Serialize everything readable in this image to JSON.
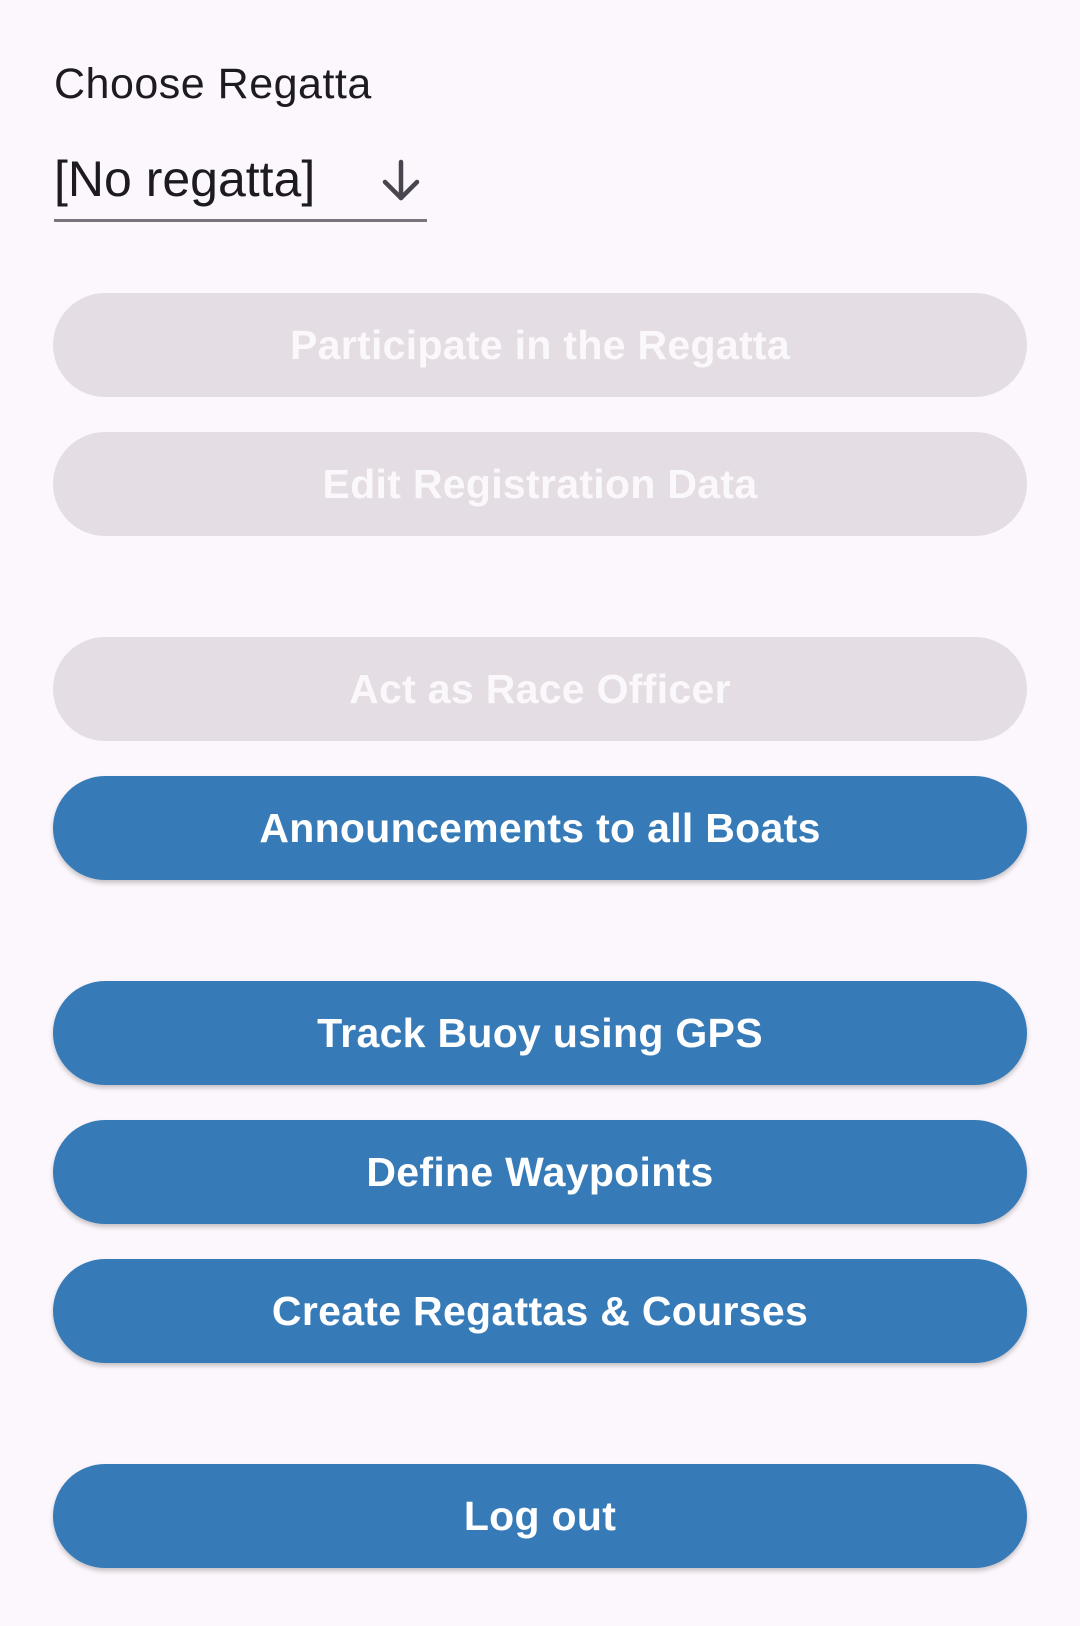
{
  "regatta_picker": {
    "label": "Choose Regatta",
    "selected_value": "[No regatta]",
    "icon": "arrow-down-icon"
  },
  "buttons": {
    "participate": {
      "label": "Participate in the Regatta",
      "enabled": false
    },
    "edit_registration": {
      "label": "Edit Registration Data",
      "enabled": false
    },
    "race_officer": {
      "label": "Act as Race Officer",
      "enabled": false
    },
    "announcements": {
      "label": "Announcements to all Boats",
      "enabled": true
    },
    "track_buoy": {
      "label": "Track Buoy using GPS",
      "enabled": true
    },
    "define_waypoints": {
      "label": "Define Waypoints",
      "enabled": true
    },
    "create_regattas": {
      "label": "Create Regattas & Courses",
      "enabled": true
    },
    "log_out": {
      "label": "Log out",
      "enabled": true
    }
  },
  "colors": {
    "background": "#fcf7fc",
    "primary_button": "#367bb8",
    "disabled_button": "#e4dde3",
    "text": "#1d1b20",
    "underline": "#79747e"
  }
}
